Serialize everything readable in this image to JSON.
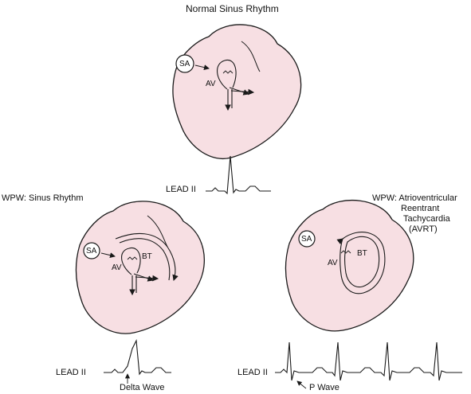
{
  "panels": {
    "normal": {
      "title": "Normal Sinus Rhythm",
      "sa": "SA",
      "av": "AV",
      "lead": "LEAD II"
    },
    "wpw_sinus": {
      "title": "WPW: Sinus Rhythm",
      "sa": "SA",
      "av": "AV",
      "bt": "BT",
      "lead": "LEAD II",
      "annotation": "Delta Wave"
    },
    "wpw_avrt": {
      "title_line1": "WPW: Atrioventricular",
      "title_line2": "Reentrant",
      "title_line3": "Tachycardia",
      "title_line4": "(AVRT)",
      "sa": "SA",
      "av": "AV",
      "bt": "BT",
      "lead": "LEAD II",
      "annotation": "P Wave"
    }
  },
  "colors": {
    "heart_fill": "#f7dfe3",
    "stroke": "#1a1a1a"
  }
}
